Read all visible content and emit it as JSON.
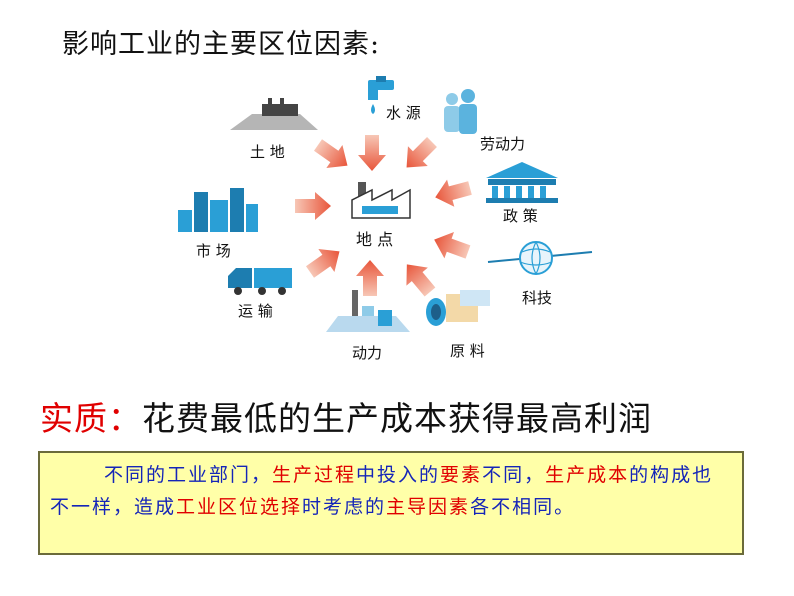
{
  "title": "影响工业的主要区位因素:",
  "center_label": "地 点",
  "factors": [
    {
      "name": "water",
      "label": "水 源",
      "icon": "faucet-icon"
    },
    {
      "name": "labor",
      "label": "劳动力",
      "icon": "people-icon"
    },
    {
      "name": "policy",
      "label": "政 策",
      "icon": "government-building-icon"
    },
    {
      "name": "technology",
      "label": "科技",
      "icon": "satellite-icon"
    },
    {
      "name": "raw-material",
      "label": "原 料",
      "icon": "materials-icon"
    },
    {
      "name": "power",
      "label": "动力",
      "icon": "power-plant-icon"
    },
    {
      "name": "transport",
      "label": "运 输",
      "icon": "truck-icon"
    },
    {
      "name": "market",
      "label": "市 场",
      "icon": "city-icon"
    },
    {
      "name": "land",
      "label": "土 地",
      "icon": "land-icon"
    }
  ],
  "essence": {
    "prefix": "实质：",
    "text": "花费最低的生产成本获得最高利润"
  },
  "note": {
    "s1": "不同的工业部门，",
    "s2": "生产过程",
    "s3": "中投入的",
    "s4": "要素",
    "s5": "不同，",
    "s6": "生产成本",
    "s7": "的构成也不一样，造成",
    "s8": "工业区位选择",
    "s9": "时考虑的",
    "s10": "主导因素",
    "s11": "各不相同。"
  },
  "colors": {
    "arrow": "#e8553a",
    "highlight_red": "#e00000",
    "highlight_blue": "#1525b8",
    "note_bg": "#ffffa8",
    "icon_blue": "#2a9fd6"
  }
}
